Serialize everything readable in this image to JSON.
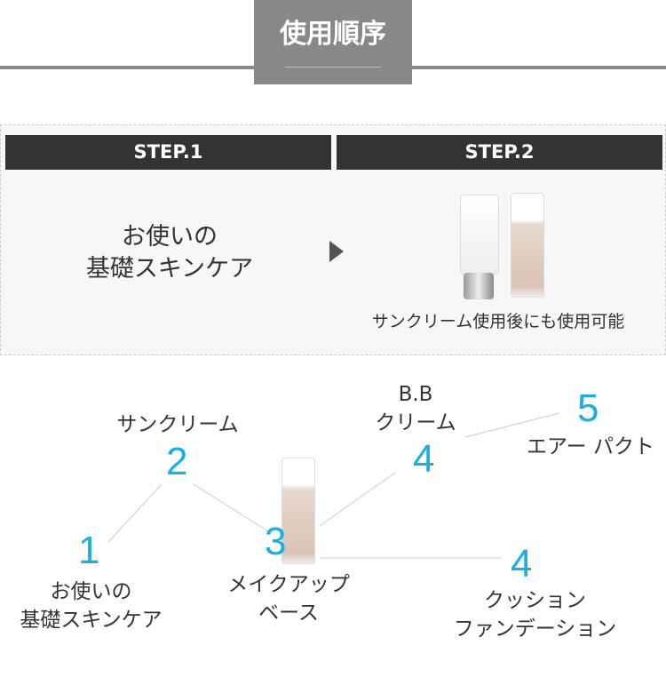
{
  "header": {
    "title": "使用順序"
  },
  "steps": {
    "step1": {
      "label": "STEP.1",
      "text_line1": "お使いの",
      "text_line2": "基礎スキンケア"
    },
    "step2": {
      "label": "STEP.2",
      "caption": "サンクリーム使用後にも使用可能"
    }
  },
  "order": [
    {
      "number": "1",
      "line1": "お使いの",
      "line2": "基礎スキンケア"
    },
    {
      "number": "2",
      "line1": "サンクリーム"
    },
    {
      "number": "3",
      "line1": "メイクアップ",
      "line2": "ベース"
    },
    {
      "number": "4",
      "line1": "B.B",
      "line2": "クリーム"
    },
    {
      "number": "5",
      "line1": "エアー パクト"
    },
    {
      "number": "4",
      "line1": "クッション",
      "line2": "ファンデーション"
    }
  ],
  "colors": {
    "accent": "#1aaee2",
    "header_bg": "#888888",
    "step_bg": "#333333"
  }
}
